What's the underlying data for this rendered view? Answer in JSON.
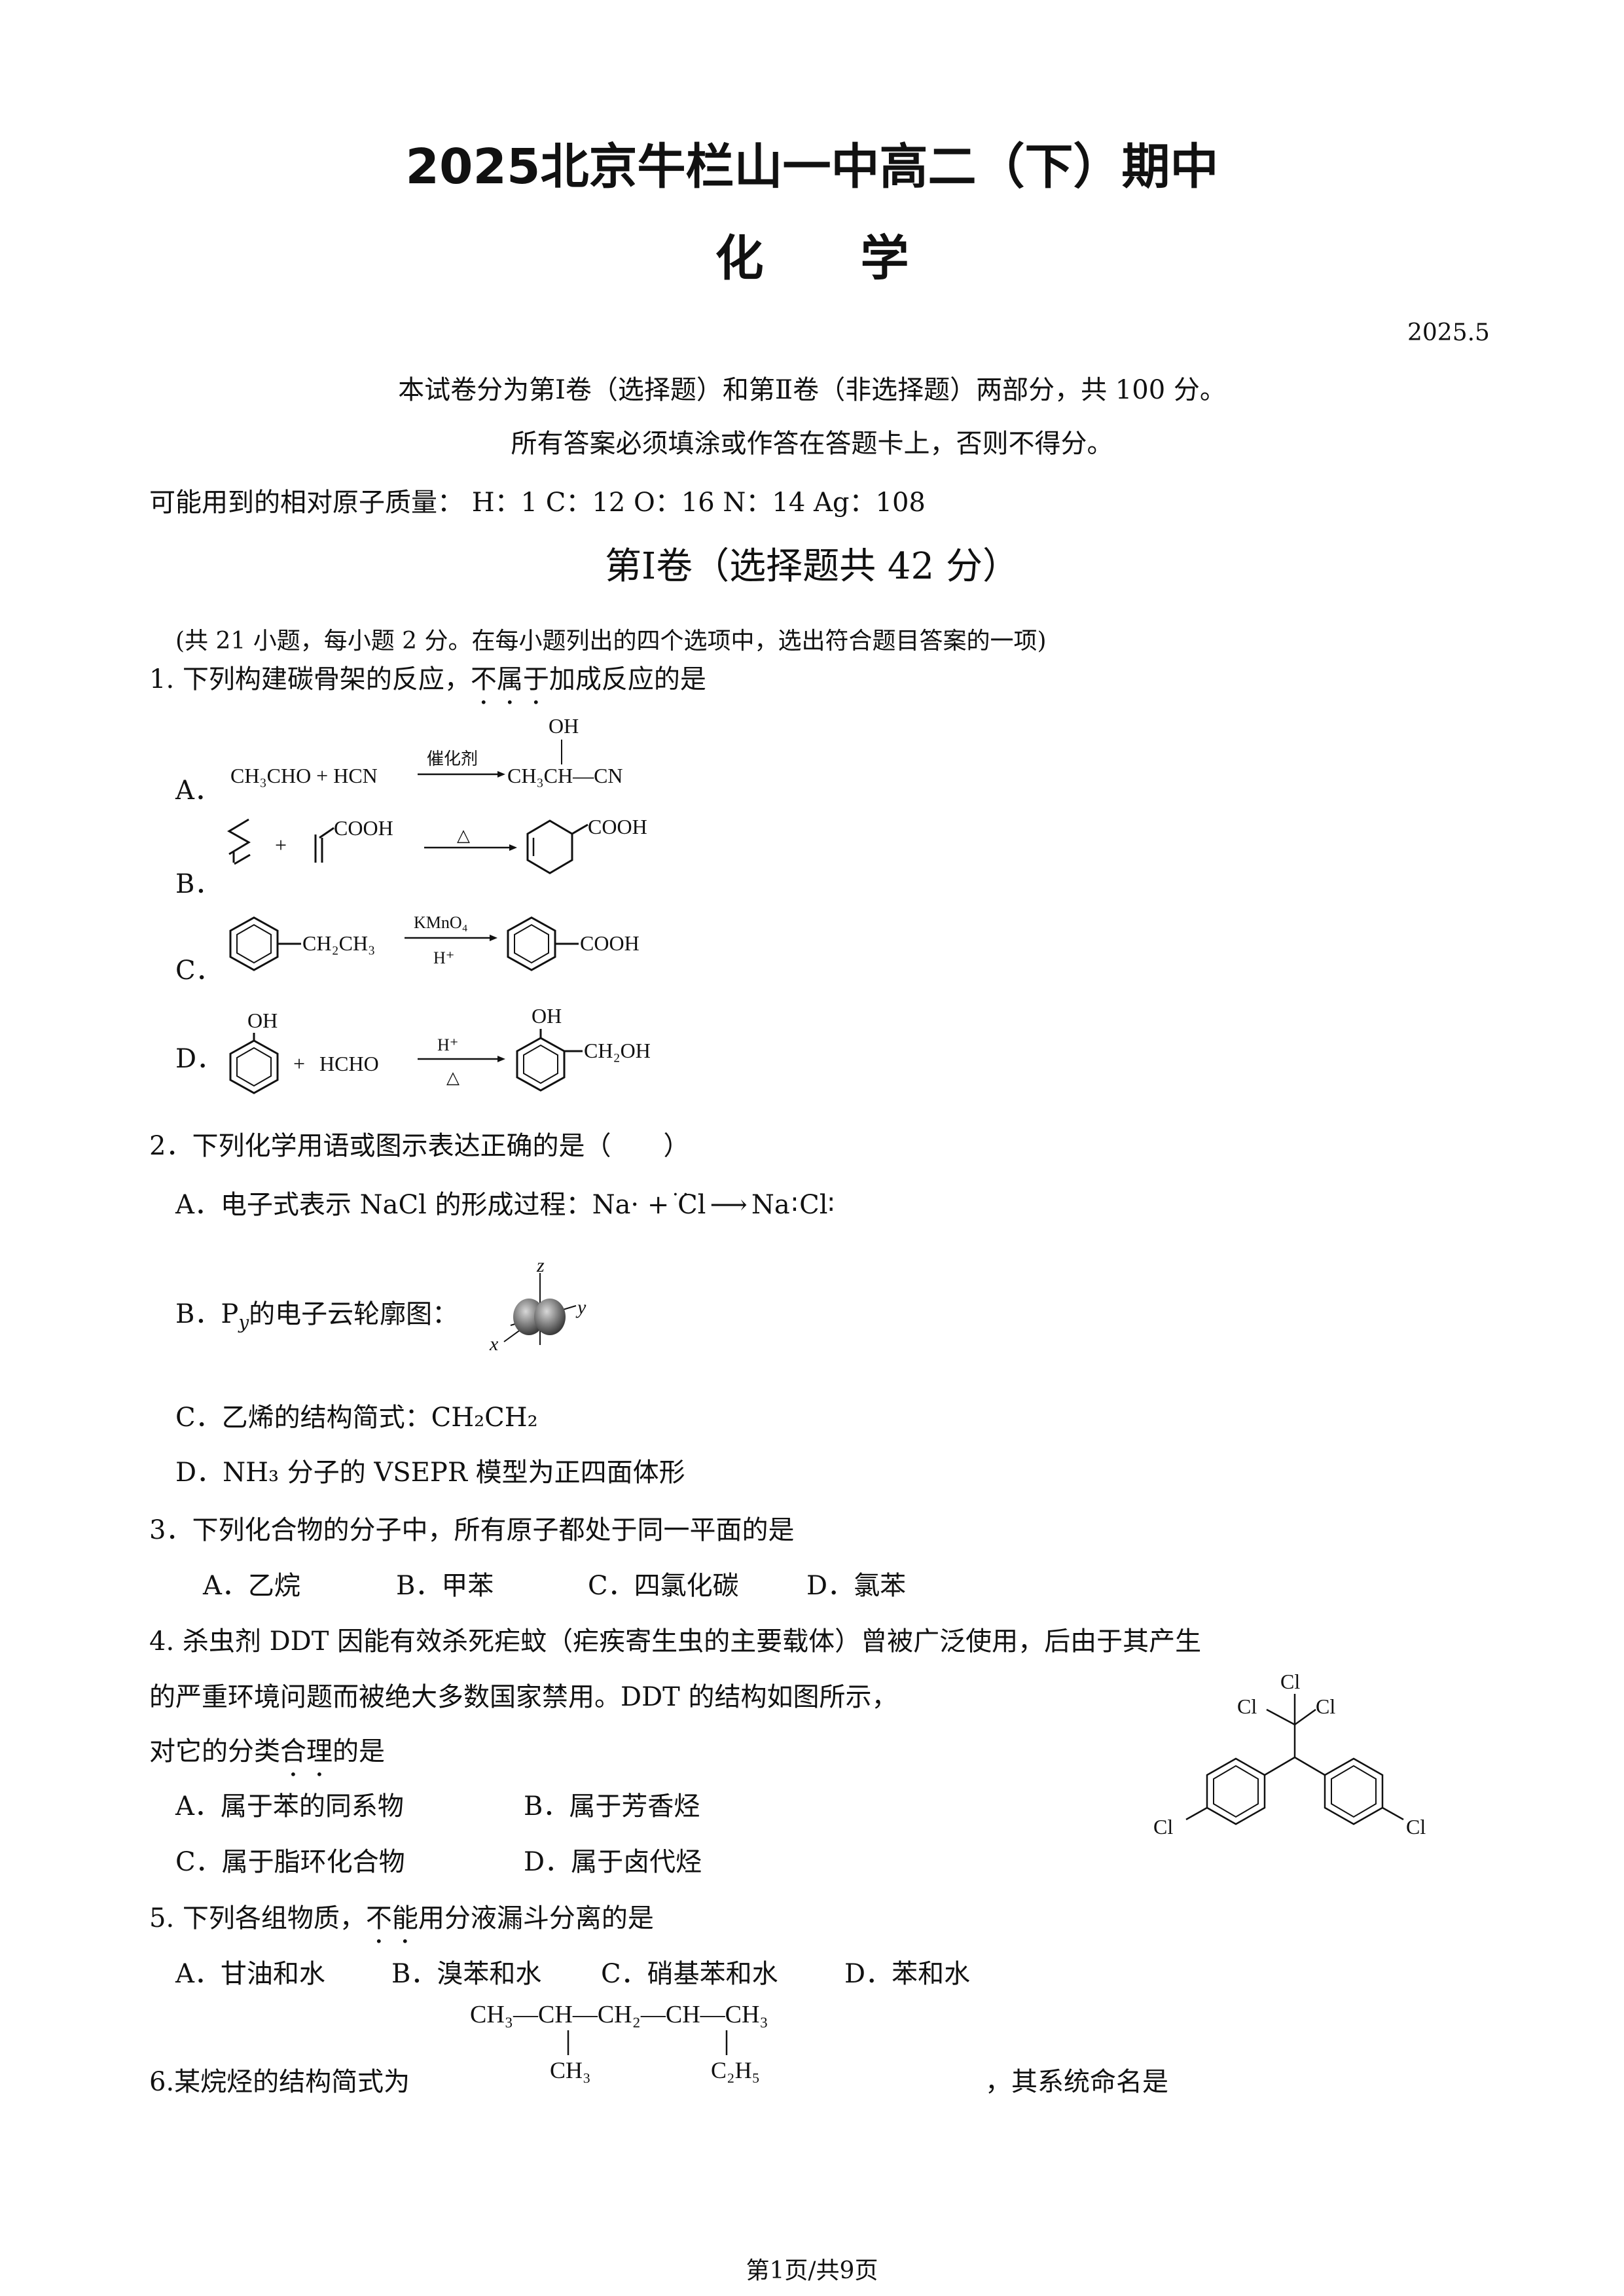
{
  "header": {
    "title": "2025北京牛栏山一中高二（下）期中",
    "subject": "化　　学",
    "date": "2025.5",
    "intro1": "本试卷分为第Ⅰ卷（选择题）和第Ⅱ卷（非选择题）两部分，共 100 分。",
    "intro2": "所有答案必须填涂或作答在答题卡上，否则不得分。",
    "masses": "可能用到的相对原子质量：  H：1  C：12  O：16  N：14  Ag：108"
  },
  "section1": {
    "title": "第Ⅰ卷（选择题共 42 分）",
    "instructions": "(共 21 小题，每小题 2 分。在每小题列出的四个选项中，选出符合题目答案的一项)"
  },
  "q1": {
    "prefix": "1. 下列构建碳骨架的反应，",
    "emph": "不属于",
    "suffix": "加成反应的是",
    "labels": [
      "A．",
      "B．",
      "C．",
      "D．"
    ],
    "a_reactants": "CH₃CHO + HCN",
    "a_catalyst": "催化剂",
    "a_oh": "OH",
    "a_product": "CH₃CH—CN",
    "b_plus": "+",
    "b_cooh": "COOH",
    "b_heat": "△",
    "b_product_cooh": "COOH",
    "c_sub": "CH₂CH₃",
    "c_reag_top": "KMnO₄",
    "c_reag_bot": "H⁺",
    "c_product": "COOH",
    "d_oh": "OH",
    "d_plus": "+",
    "d_hcho": "HCHO",
    "d_reag_top": "H⁺",
    "d_reag_bot": "△",
    "d_prod_oh": "OH",
    "d_prod_sub": "CH₂OH"
  },
  "q2": {
    "stem": "2．下列化学用语或图示表达正确的是（　　）",
    "a_text": "A．电子式表示 NaCl 的形成过程：",
    "a_formula_left": "Na· + ",
    "a_formula_cl": "Cl",
    "a_formula_right": "Na",
    "a_formula_cl2": "Cl",
    "b_text": "B．P",
    "b_sub": "y",
    "b_text2": "的电子云轮廓图：",
    "b_axis_z": "z",
    "b_axis_y": "y",
    "b_axis_x": "x",
    "c_text": "C．乙烯的结构简式：CH₂CH₂",
    "d_text": "D．NH₃ 分子的 VSEPR 模型为正四面体形"
  },
  "q3": {
    "stem": "3．下列化合物的分子中，所有原子都处于同一平面的是",
    "options": [
      "A．乙烷",
      "B．甲苯",
      "C．四氯化碳",
      "D．氯苯"
    ]
  },
  "q4": {
    "line1": "4. 杀虫剂 DDT 因能有效杀死疟蚊（疟疾寄生虫的主要载体）曾被广泛使用，后由于其产生",
    "line2": "的严重环境问题而被绝大多数国家禁用。DDT 的结构如图所示，",
    "line3_prefix": "对它的分类",
    "line3_emph": "合理",
    "line3_suffix": "的是",
    "options": [
      "A．属于苯的同系物",
      "B．属于芳香烃",
      "C．属于脂环化合物",
      "D．属于卤代烃"
    ],
    "ddt_cl_top": "Cl",
    "ddt_cl_left": "Cl",
    "ddt_cl_right": "Cl",
    "ddt_cl_ring_left": "Cl",
    "ddt_cl_ring_right": "Cl"
  },
  "q5": {
    "prefix": "5. 下列各组物质，",
    "emph": "不能",
    "suffix": "用分液漏斗分离的是",
    "options": [
      "A．甘油和水",
      "B．溴苯和水",
      "C．硝基苯和水",
      "D．苯和水"
    ]
  },
  "q6": {
    "prefix": "6.某烷烃的结构简式为",
    "chain": "CH₃—CH—CH₂—CH—CH₃",
    "branch1": "CH₃",
    "branch2": "C₂H₅",
    "suffix": "，其系统命名是"
  },
  "footer": {
    "page": "第1页/共9页"
  }
}
